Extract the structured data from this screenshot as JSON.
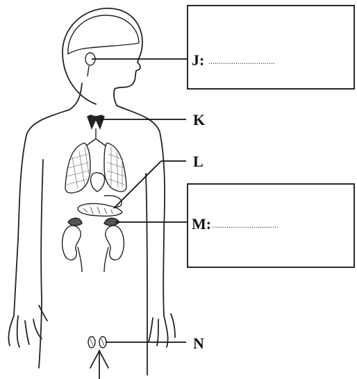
{
  "labels": {
    "j": "J:",
    "k": "K",
    "l": "L",
    "m": "M:",
    "n": "N"
  },
  "answer_blanks": {
    "j": "................................",
    "m": "................................"
  }
}
